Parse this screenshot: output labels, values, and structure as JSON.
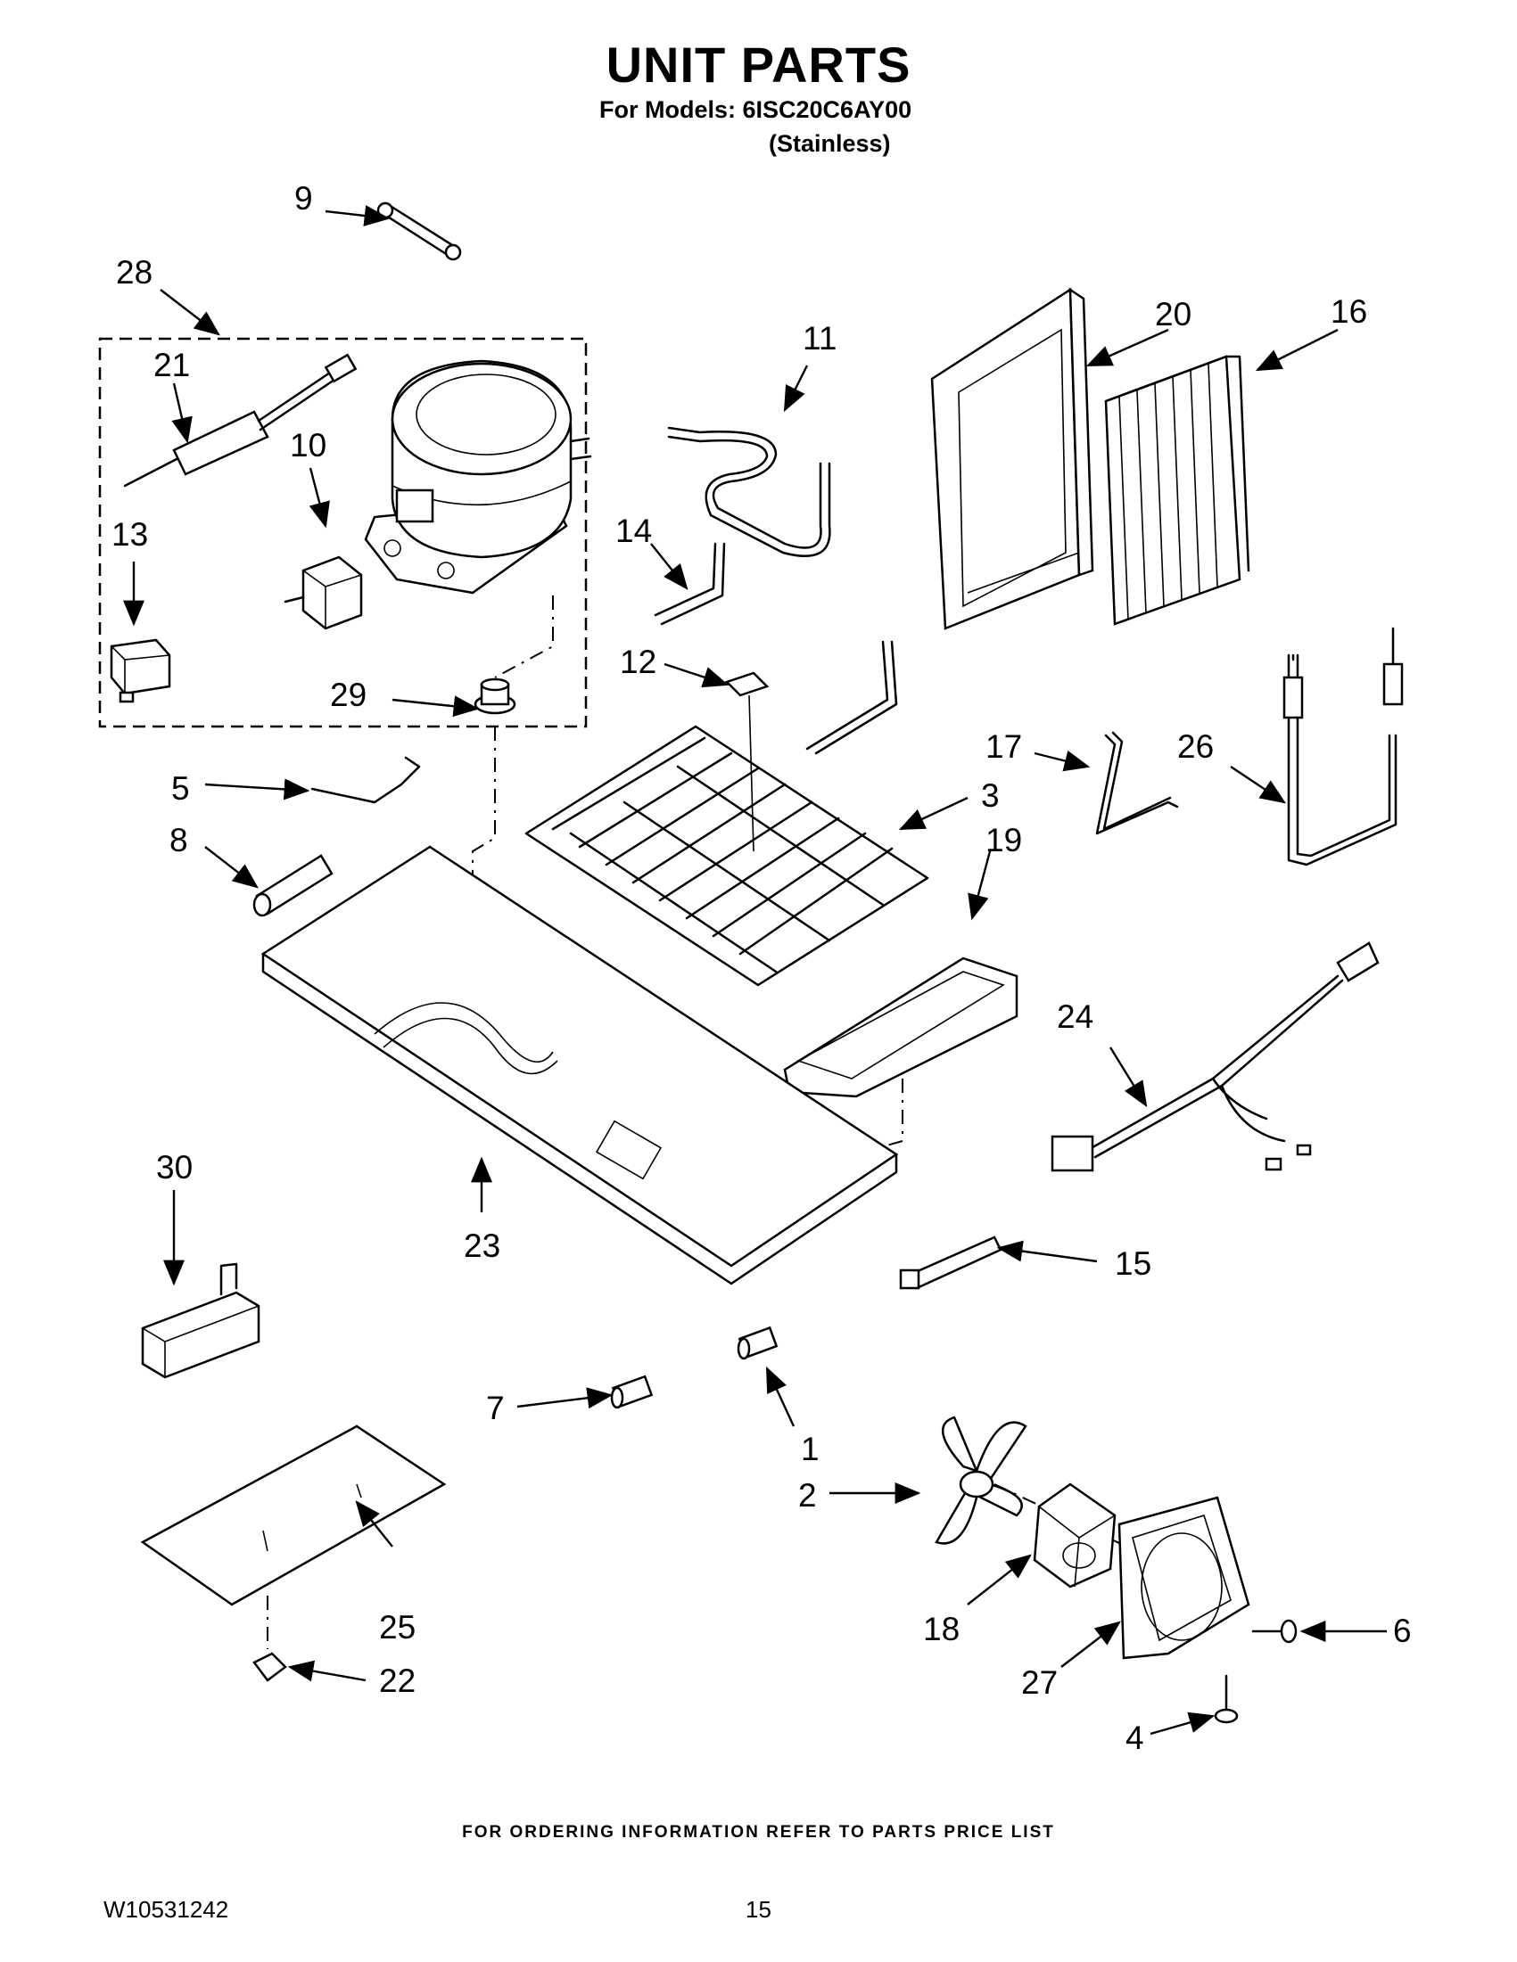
{
  "header": {
    "title": "UNIT PARTS",
    "models_line": "For Models: 6ISC20C6AY00",
    "variant": "(Stainless)"
  },
  "callouts": {
    "c1": "1",
    "c2": "2",
    "c3": "3",
    "c4": "4",
    "c5": "5",
    "c6": "6",
    "c7": "7",
    "c8": "8",
    "c9": "9",
    "c10": "10",
    "c11": "11",
    "c12": "12",
    "c13": "13",
    "c14": "14",
    "c15": "15",
    "c16": "16",
    "c17": "17",
    "c18": "18",
    "c19": "19",
    "c20": "20",
    "c21": "21",
    "c22": "22",
    "c23": "23",
    "c24": "24",
    "c25": "25",
    "c26": "26",
    "c27": "27",
    "c28": "28",
    "c29": "29",
    "c30": "30"
  },
  "footer": {
    "ordering_note": "FOR ORDERING INFORMATION REFER TO PARTS PRICE LIST",
    "document_number": "W10531242",
    "page_number": "15"
  }
}
